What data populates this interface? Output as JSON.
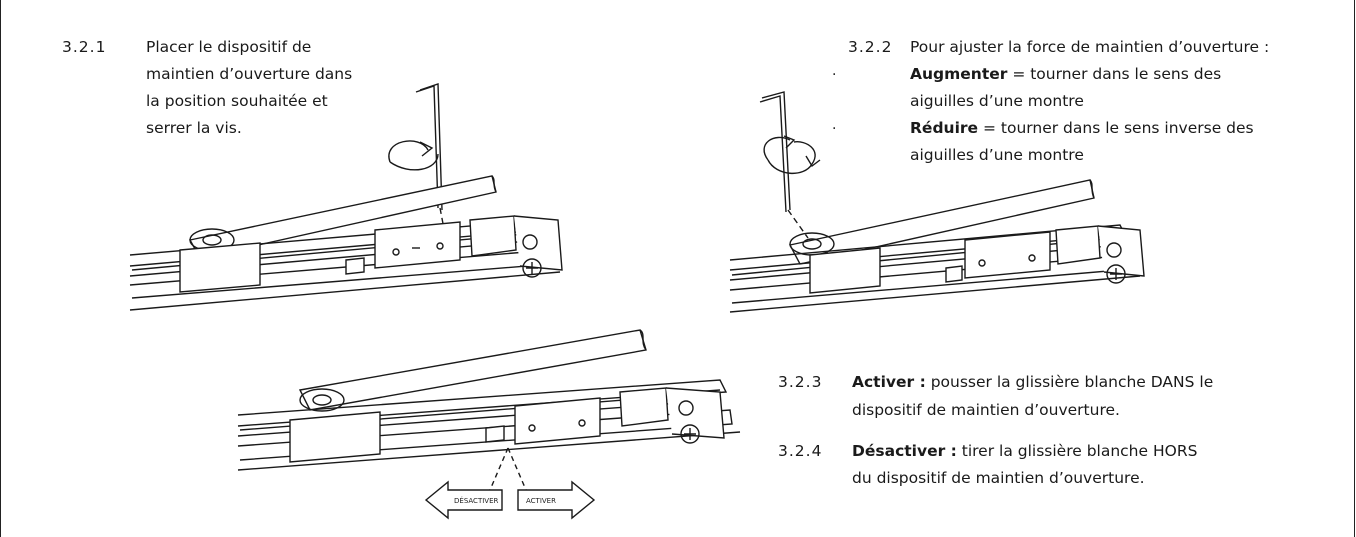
{
  "steps": {
    "s1": {
      "number": "3.2.1",
      "lines": [
        "Placer le dispositif de",
        "maintien d’ouverture dans",
        "la position souhaitée et",
        "serrer la vis."
      ]
    },
    "s2": {
      "number": "3.2.2",
      "heading": "Pour ajuster la force de maintien d’ouverture :",
      "inc_label": "Augmenter",
      "inc_line1": " = tourner dans le sens des",
      "inc_line2": "aiguilles d’une montre",
      "dec_label": "Réduire",
      "dec_line1": " = tourner dans le sens inverse des",
      "dec_line2": "aiguilles d’une montre",
      "bullet": "·"
    },
    "s3": {
      "number": "3.2.3",
      "label": "Activer :",
      "line1": " pousser la glissière blanche DANS le",
      "line2": "dispositif de maintien d’ouverture."
    },
    "s4": {
      "number": "3.2.4",
      "label": "Désactiver :",
      "line1": " tirer la glissière blanche HORS",
      "line2": "du dispositif de maintien d’ouverture."
    }
  },
  "illustration": {
    "deactivate_label": "DÉSACTIVER",
    "activate_label": "ACTIVER"
  }
}
